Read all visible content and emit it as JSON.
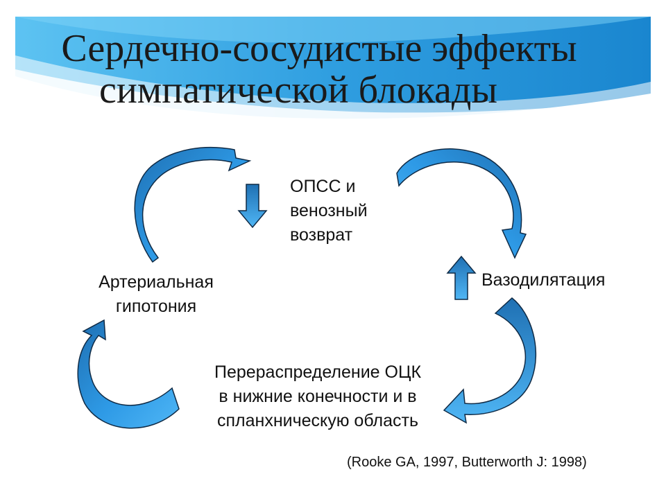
{
  "slide": {
    "title_line1": "Сердечно-сосудистые эффекты",
    "title_line2": "симпатической блокады"
  },
  "diagram": {
    "node_opss": [
      "ОПСС и",
      "венозный",
      "возврат"
    ],
    "node_vasodilation": "Вазодилятация",
    "node_hypotension": [
      "Артериальная",
      "гипотония"
    ],
    "node_redistribution": [
      "Перераспределение ОЦК",
      "в нижние конечности и в",
      "спланхническую область"
    ]
  },
  "citation": "(Rooke GA, 1997, Butterworth J: 1998)",
  "colors": {
    "arrow_fill": "#2e9ae6",
    "arrow_dark": "#1e6fb0",
    "arrow_outline": "#0f2a45",
    "banner": "#3aa7e6"
  },
  "icons": [
    "curved-arrow-icon",
    "down-arrow-icon",
    "up-arrow-icon"
  ]
}
